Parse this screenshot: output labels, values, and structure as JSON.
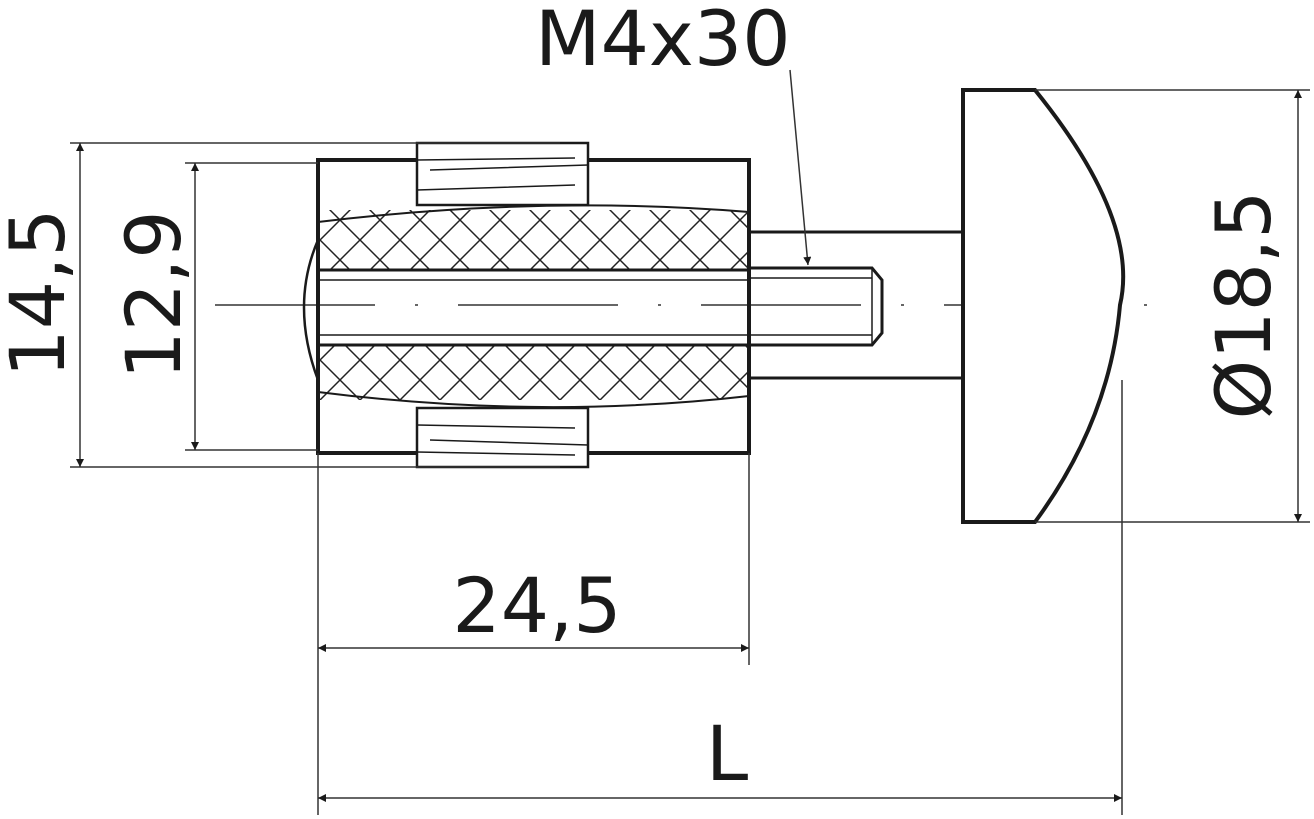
{
  "drawing": {
    "thread_label": "M4x30",
    "dim_outer_height": "14,5",
    "dim_inner_height": "12,9",
    "dim_head_diameter": "Ø18,5",
    "dim_sleeve_length": "24,5",
    "dim_total_length": "L"
  },
  "colors": {
    "line": "#1a1a1a",
    "thin": "#333333"
  }
}
